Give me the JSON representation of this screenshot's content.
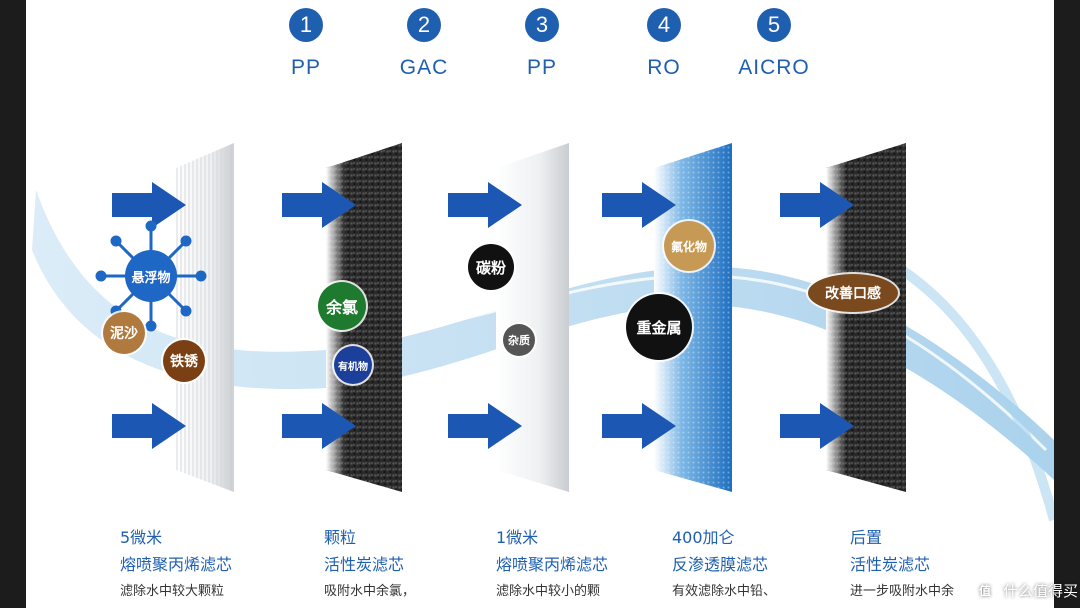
{
  "stages": [
    {
      "num": "1",
      "code": "PP",
      "caption_line1": "5微米",
      "caption_line2": "熔喷聚丙烯滤芯",
      "caption_line3": "滤除水中较大颗粒"
    },
    {
      "num": "2",
      "code": "GAC",
      "caption_line1": "颗粒",
      "caption_line2": "活性炭滤芯",
      "caption_line3": "吸附水中余氯，"
    },
    {
      "num": "3",
      "code": "PP",
      "caption_line1": "1微米",
      "caption_line2": "熔喷聚丙烯滤芯",
      "caption_line3": "滤除水中较小的颗"
    },
    {
      "num": "4",
      "code": "RO",
      "caption_line1": "400加仑",
      "caption_line2": "反渗透膜滤芯",
      "caption_line3": "有效滤除水中铅、"
    },
    {
      "num": "5",
      "code": "AICRO",
      "caption_line1": "后置",
      "caption_line2": "活性炭滤芯",
      "caption_line3": "进一步吸附水中余"
    }
  ],
  "contaminants": {
    "suspended": "悬浮物",
    "sediment": "泥沙",
    "rust": "铁锈",
    "chlorine": "余氯",
    "organics": "有机物",
    "carbon_powder": "碳粉",
    "impurities": "杂质",
    "fluoride": "氟化物",
    "heavy_metal": "重金属",
    "taste": "改善口感"
  },
  "colors": {
    "brand_blue": "#1f5fb0",
    "arrow_blue": "#1b57b3",
    "sediment": "#b07a3e",
    "rust": "#7a3f12",
    "chlorine": "#1e7a2e",
    "organics": "#1c3f9a",
    "carbon": "#111111",
    "impurity": "#555555",
    "fluoride": "#c69a55",
    "heavy_metal": "#111111",
    "taste": "#7a4a1e"
  },
  "watermark": {
    "text": "什么值得买",
    "icon": "值"
  }
}
